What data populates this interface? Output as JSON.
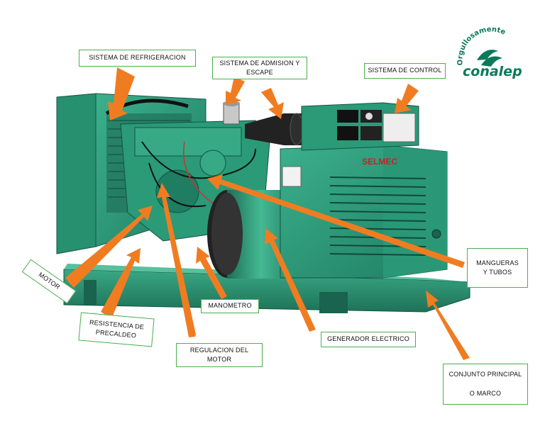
{
  "labels": {
    "refrigeracion": "SISTEMA DE REFRIGERACION",
    "admision": "SISTEMA DE ADMISION Y\nESCAPE",
    "control": "SISTEMA DE CONTROL",
    "motor": "MOTOR",
    "resistencia": "RESISTENCIA DE\nPRECALDEO",
    "manometro": "MANOMETRO",
    "regulacion": "REGULACION DEL\nMOTOR",
    "generador": "GENERADOR ELECTRICO",
    "mangueras": "MANGUERAS\nY TUBOS",
    "conjunto": "CONJUNTO PRINCIPAL\n\nO MARCO"
  },
  "machine": {
    "brand": "SELMEC"
  },
  "logo": {
    "tagline": "Orgullosamente",
    "name": "conalep"
  },
  "colors": {
    "arrow": "#f07c22",
    "machine": "#2fa07f",
    "machine_dark": "#1d6e56",
    "label_border": "#4caf50",
    "brand_red": "#c8202a",
    "logo": "#0a7a5a"
  }
}
